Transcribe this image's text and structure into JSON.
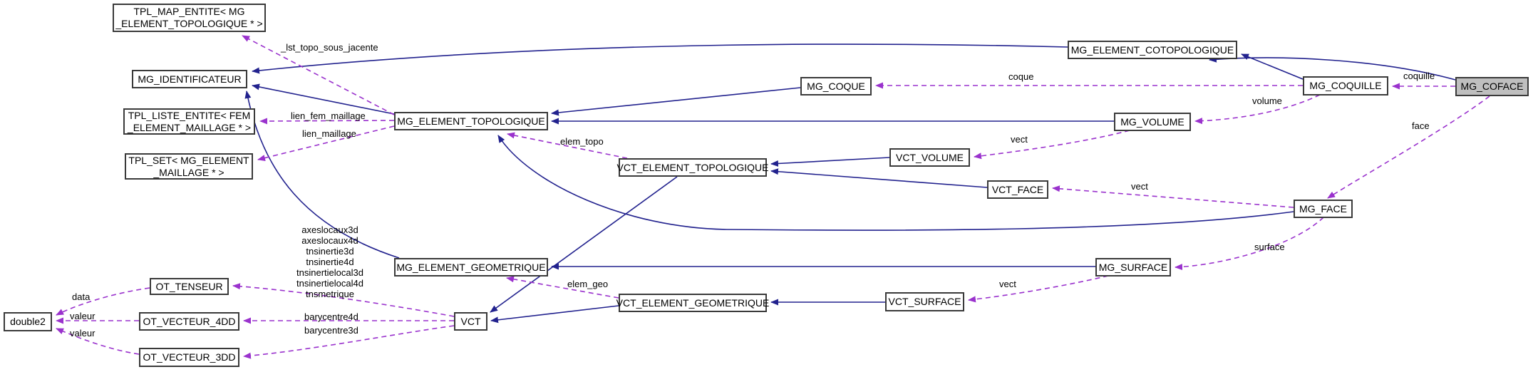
{
  "diagram_type": "collaboration-graph",
  "colors": {
    "background": "#ffffff",
    "inheritance_edge": "#22228e",
    "usage_edge": "#9a32cd",
    "node_border": "#3a3a3a",
    "node_fill": "#ffffff",
    "focus_node_fill": "#bfbfbf",
    "text": "#000000"
  },
  "nodes": {
    "tpl_map_entite": {
      "line1": "TPL_MAP_ENTITE< MG",
      "line2": "_ELEMENT_TOPOLOGIQUE * >"
    },
    "mg_identificateur": {
      "label": "MG_IDENTIFICATEUR"
    },
    "tpl_liste_entite": {
      "line1": "TPL_LISTE_ENTITE< FEM",
      "line2": "_ELEMENT_MAILLAGE * >"
    },
    "tpl_set": {
      "line1": "TPL_SET< MG_ELEMENT",
      "line2": "_MAILLAGE * >"
    },
    "mg_element_topologique": {
      "label": "MG_ELEMENT_TOPOLOGIQUE"
    },
    "vct_element_topologique": {
      "label": "VCT_ELEMENT_TOPOLOGIQUE"
    },
    "mg_coque": {
      "label": "MG_COQUE"
    },
    "mg_element_cotopologique": {
      "label": "MG_ELEMENT_COTOPOLOGIQUE"
    },
    "mg_coquille": {
      "label": "MG_COQUILLE"
    },
    "mg_coface": {
      "label": "MG_COFACE"
    },
    "mg_volume": {
      "label": "MG_VOLUME"
    },
    "vct_volume": {
      "label": "VCT_VOLUME"
    },
    "vct_face": {
      "label": "VCT_FACE"
    },
    "mg_face": {
      "label": "MG_FACE"
    },
    "mg_element_geometrique": {
      "label": "MG_ELEMENT_GEOMETRIQUE"
    },
    "mg_surface": {
      "label": "MG_SURFACE"
    },
    "vct_element_geometrique": {
      "label": "VCT_ELEMENT_GEOMETRIQUE"
    },
    "vct_surface": {
      "label": "VCT_SURFACE"
    },
    "vct": {
      "label": "VCT"
    },
    "ot_tenseur": {
      "label": "OT_TENSEUR"
    },
    "ot_vecteur_4dd": {
      "label": "OT_VECTEUR_4DD"
    },
    "ot_vecteur_3dd": {
      "label": "OT_VECTEUR_3DD"
    },
    "double2": {
      "label": "double2"
    }
  },
  "edge_labels": {
    "lst_topo_sous_jacente": "_lst_topo_sous_jacente",
    "lien_fem_maillage": "lien_fem_maillage",
    "lien_maillage": "lien_maillage",
    "elem_topo": "elem_topo",
    "elem_geo": "elem_geo",
    "coque": "coque",
    "coquille": "coquille",
    "volume": "volume",
    "face": "face",
    "surface": "surface",
    "vect_volume": "vect",
    "vect_face": "vect",
    "vect_surface": "vect",
    "barycentre4d": "barycentre4d",
    "barycentre3d": "barycentre3d",
    "data": "data",
    "valeur_4dd": "valeur",
    "valeur_3dd": "valeur"
  },
  "members": {
    "vct_to_tenseur": [
      "axeslocaux3d",
      "axeslocaux4d",
      "tnsinertie3d",
      "tnsinertie4d",
      "tnsinertielocal3d",
      "tnsinertielocal4d",
      "tnsmetrique"
    ]
  }
}
